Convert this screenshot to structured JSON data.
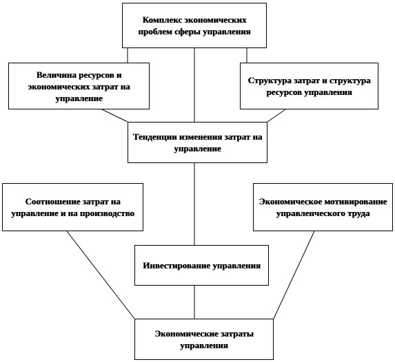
{
  "diagram": {
    "nodes": {
      "top": "Комплекс экономических проблем сферы управления",
      "left1": "Величина ресурсов и экономических затрат на управление",
      "right1": "Структура затрат  и структура ресурсов управления",
      "mid1": "Тенденции изменения затрат на управление",
      "left2": "Соотношение затрат на управление и на производство",
      "right2": "Экономическое мотивирование управленческого труда",
      "mid2": "Инвестирование управления",
      "bottom": "Экономические затраты управления"
    },
    "colors": {
      "line": "#000000",
      "box_border": "#000000",
      "background": "#ffffff"
    }
  }
}
